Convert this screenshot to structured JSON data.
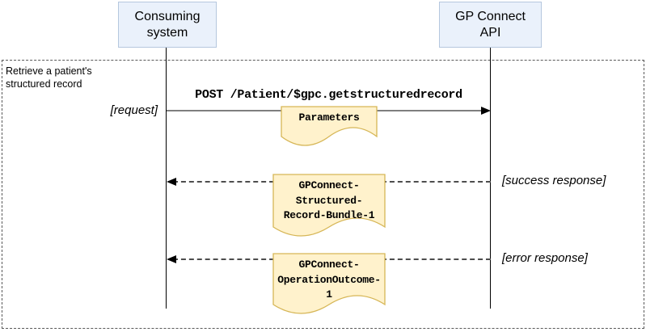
{
  "colors": {
    "actor_fill": "#eaf1fb",
    "actor_border": "#b5c7de",
    "note_fill": "#fff2cc",
    "note_border": "#d6b656",
    "solid_line": "#7f7f7f",
    "dashed_line": "#4d4d4d",
    "arrowhead": "#000000",
    "frame_border": "#595959"
  },
  "frame": {
    "label_lines": [
      "Retrieve a patient's",
      "structured record"
    ]
  },
  "actors": {
    "consuming_system": {
      "label_lines": [
        "Consuming",
        "system"
      ]
    },
    "gp_connect_api": {
      "label_lines": [
        "GP Connect",
        "API"
      ]
    }
  },
  "messages": {
    "request": {
      "label": "POST /Patient/$gpc.getstructuredrecord",
      "guard": "[request]"
    },
    "success": {
      "guard": "[success response]"
    },
    "error": {
      "guard": "[error response]"
    }
  },
  "notes": {
    "request_note": {
      "lines": [
        "Parameters"
      ]
    },
    "success_note": {
      "lines": [
        "GPConnect-",
        "Structured-",
        "Record-Bundle-1"
      ]
    },
    "error_note": {
      "lines": [
        "GPConnect-",
        "OperationOutcome-",
        "1"
      ]
    }
  }
}
